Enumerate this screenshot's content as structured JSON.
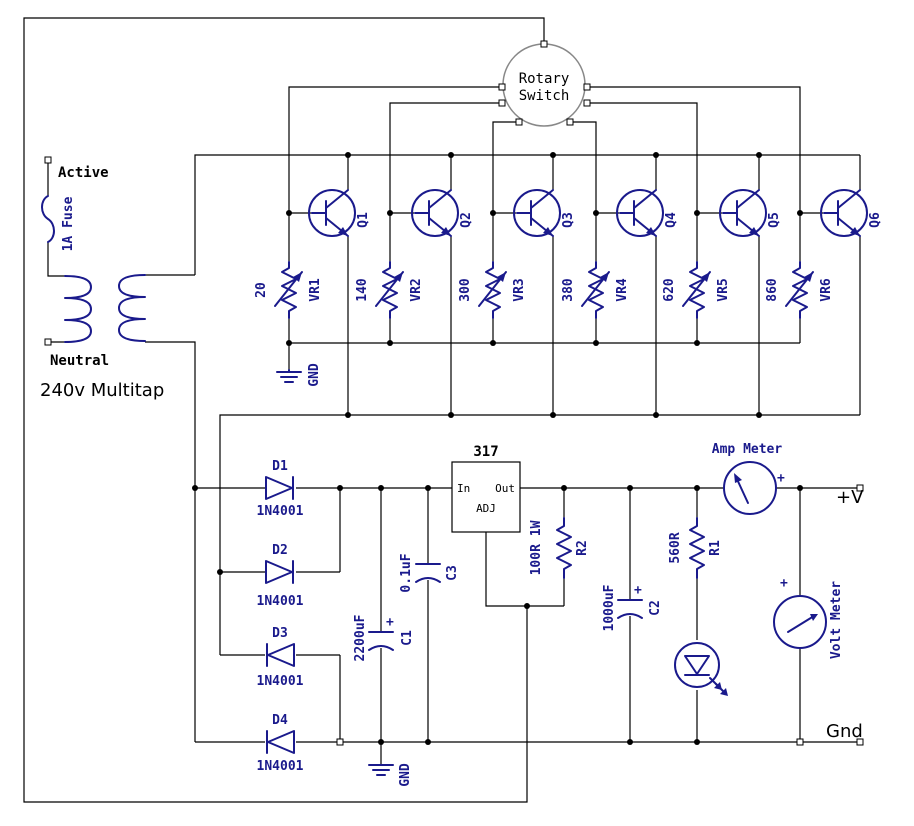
{
  "labels": {
    "active": "Active",
    "neutral": "Neutral",
    "fuse": "1A Fuse",
    "transformer": "240v Multitap",
    "rotary_switch_1": "Rotary",
    "rotary_switch_2": "Switch",
    "gnd_top": "GND",
    "gnd_bottom": "GND",
    "regulator": "317",
    "reg_in": "In",
    "reg_out": "Out",
    "reg_adj": "ADJ",
    "amp_meter": "Amp Meter",
    "volt_meter": "Volt Meter",
    "plus_v": "+V",
    "gnd_out": "Gnd",
    "plus": "+"
  },
  "transistors": [
    "Q1",
    "Q2",
    "Q3",
    "Q4",
    "Q5",
    "Q6"
  ],
  "pots": [
    {
      "name": "VR1",
      "value": "20"
    },
    {
      "name": "VR2",
      "value": "140"
    },
    {
      "name": "VR3",
      "value": "300"
    },
    {
      "name": "VR4",
      "value": "380"
    },
    {
      "name": "VR5",
      "value": "620"
    },
    {
      "name": "VR6",
      "value": "860"
    }
  ],
  "diodes": [
    {
      "name": "D1",
      "part": "1N4001"
    },
    {
      "name": "D2",
      "part": "1N4001"
    },
    {
      "name": "D3",
      "part": "1N4001"
    },
    {
      "name": "D4",
      "part": "1N4001"
    }
  ],
  "components": {
    "c1": {
      "name": "C1",
      "value": "2200uF"
    },
    "c3": {
      "name": "C3",
      "value": "0.1uF"
    },
    "c2": {
      "name": "C2",
      "value": "1000uF"
    },
    "r2": {
      "name": "R2",
      "value": "100R 1W"
    },
    "r1": {
      "name": "R1",
      "value": "560R"
    }
  },
  "colors": {
    "wire": "#000000",
    "component": "#1a1a8c"
  }
}
